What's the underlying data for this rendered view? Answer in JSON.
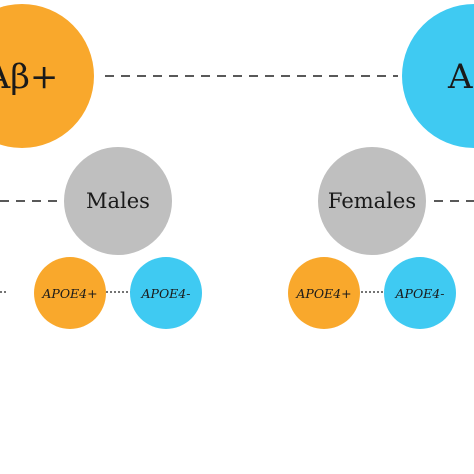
{
  "diagram": {
    "top_left": {
      "label": "Aβ+",
      "color": "#f9a82c"
    },
    "top_right": {
      "label": "Aβ",
      "color": "#3fcaf2"
    },
    "males": {
      "label": "Males",
      "color": "#bfbfbf"
    },
    "females": {
      "label": "Females",
      "color": "#bfbfbf"
    },
    "males_apoe4_pos": {
      "label": "APOE4+",
      "color": "#f9a82c"
    },
    "males_apoe4_neg": {
      "label": "APOE4-",
      "color": "#3fcaf2"
    },
    "females_apoe4_pos": {
      "label": "APOE4+",
      "color": "#f9a82c"
    },
    "females_apoe4_neg": {
      "label": "APOE4-",
      "color": "#3fcaf2"
    }
  }
}
